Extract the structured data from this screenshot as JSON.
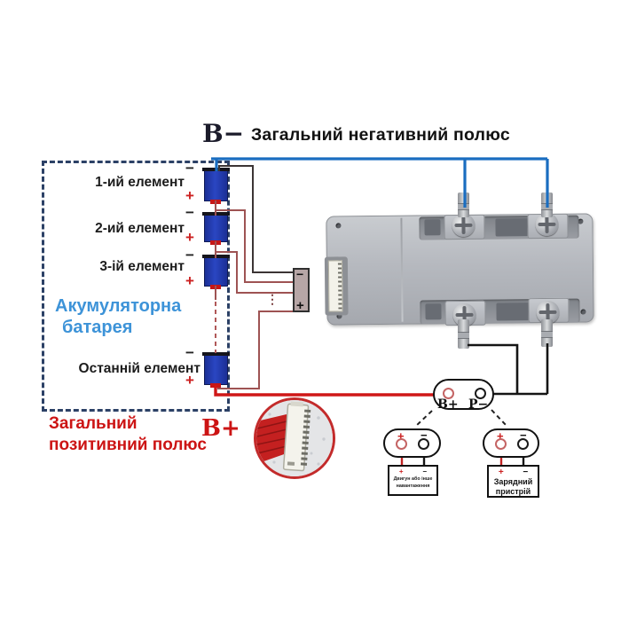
{
  "title": {
    "symbol": "B−",
    "text": "Загальний негативний полюс"
  },
  "battery_pack": {
    "name_line1": "Акумуляторна",
    "name_line2": "батарея",
    "cells": [
      {
        "label": "1-ий елемент"
      },
      {
        "label": "2-ий елемент"
      },
      {
        "label": "3-ій елемент"
      },
      {
        "label": "Останній елемент"
      }
    ],
    "minus_sign": "−",
    "plus_sign": "+"
  },
  "positive_pole": {
    "line1": "Загальний",
    "line2": "позитивний полюс",
    "symbol": "B+"
  },
  "balance_connector": {
    "minus": "−",
    "plus": "+",
    "ellipsis": "⋮"
  },
  "output_node": {
    "b_plus": "B+",
    "p_minus": "P−"
  },
  "load": {
    "plus": "+",
    "minus": "−",
    "name_line1": "Двигун або інше",
    "name_line2": "навантаження"
  },
  "charger": {
    "plus": "+",
    "minus": "−",
    "name_line1": "Зарядний",
    "name_line2": "пристрій"
  },
  "colors": {
    "wire_negative_blue": "#1a6dc0",
    "wire_positive_red": "#cf1717",
    "wire_balance": "#9e5353",
    "battery_fill": "#2240b4",
    "accent_red": "#cc1414",
    "accent_blue": "#3d93d8"
  }
}
